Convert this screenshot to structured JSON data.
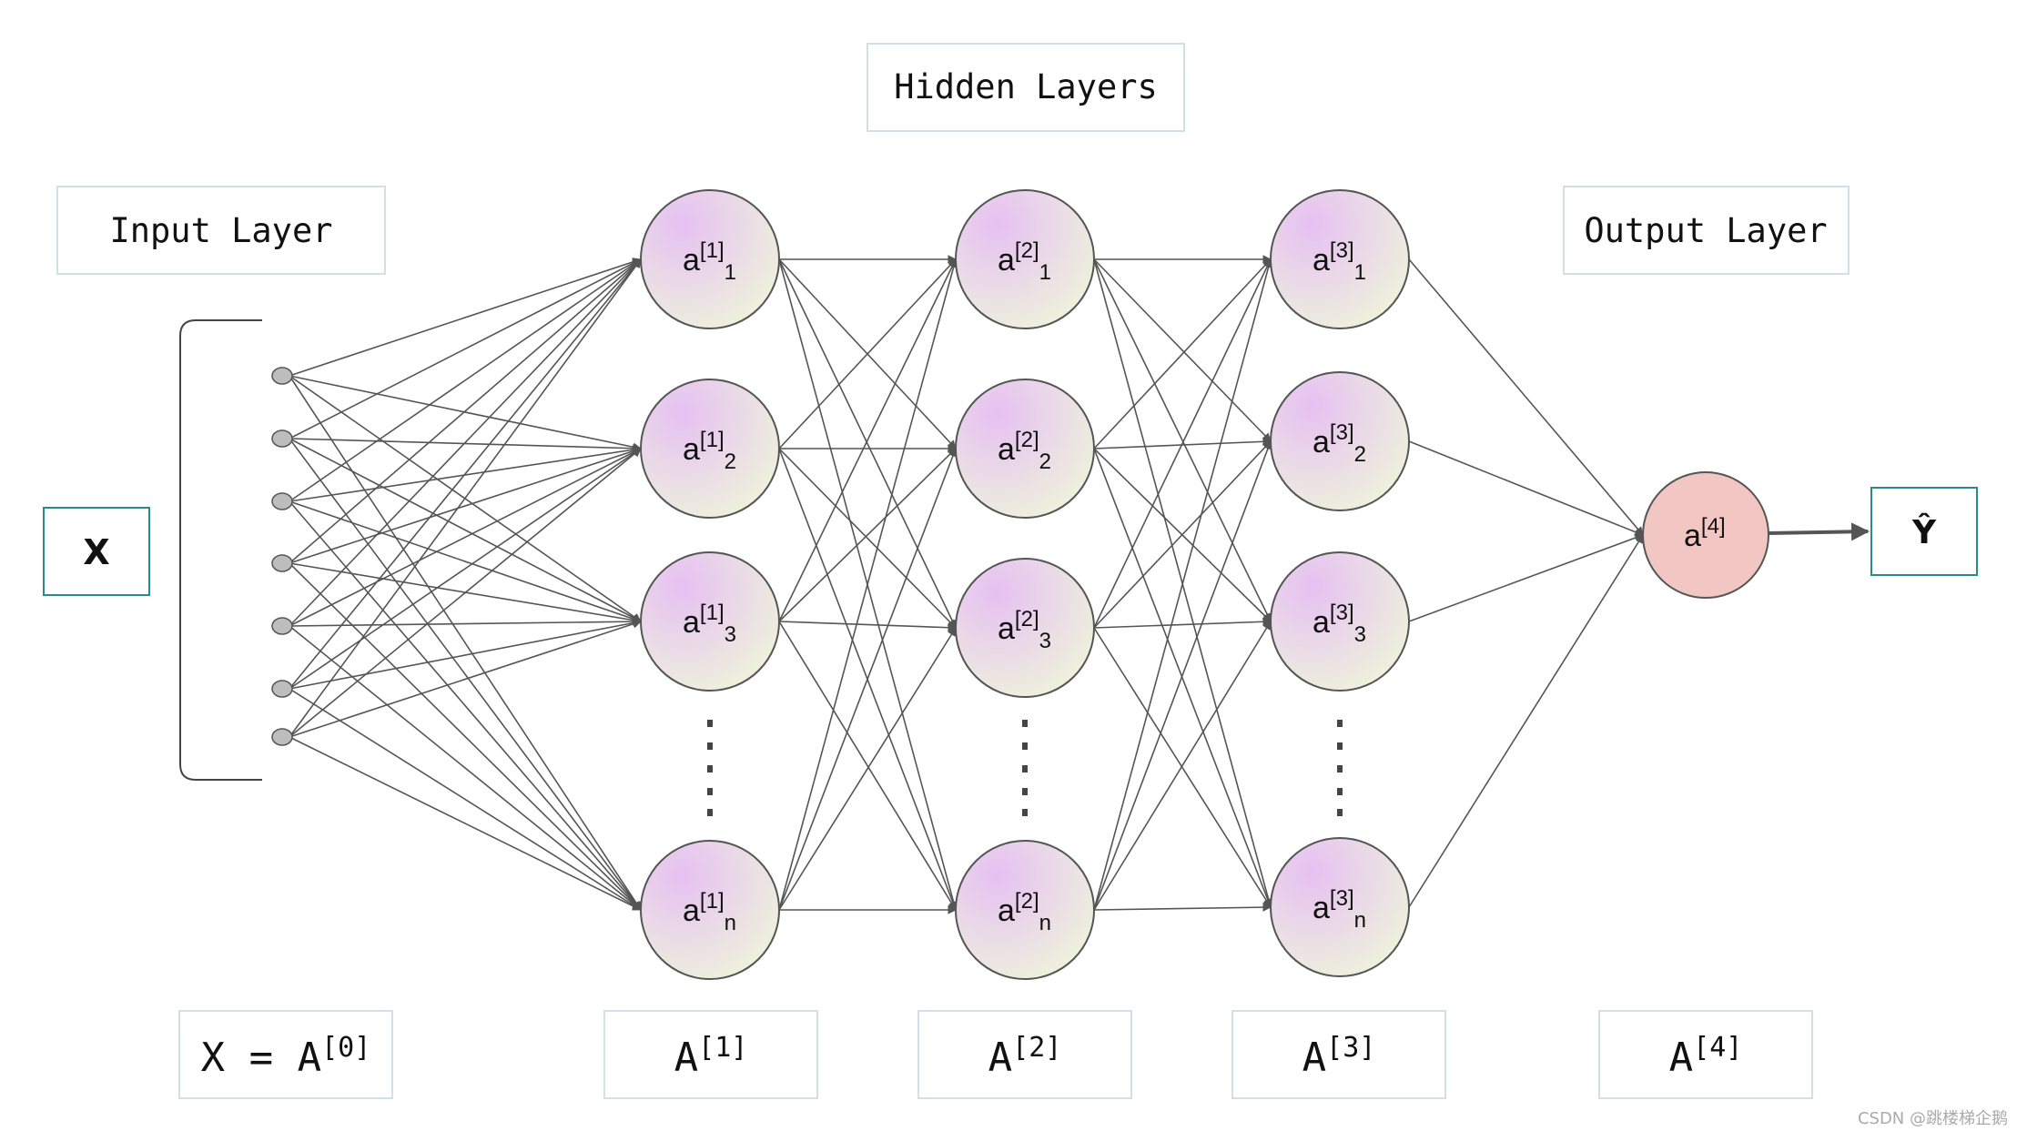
{
  "header": {
    "hidden_layers": "Hidden Layers",
    "input_layer": "Input Layer",
    "output_layer": "Output Layer"
  },
  "input": {
    "x_label": "X",
    "node_count": 7
  },
  "layers": [
    {
      "name": "hidden-1",
      "base": "a",
      "sup": "[1]",
      "nodes": [
        "1",
        "2",
        "3",
        "n"
      ]
    },
    {
      "name": "hidden-2",
      "base": "a",
      "sup": "[2]",
      "nodes": [
        "1",
        "2",
        "3",
        "n"
      ]
    },
    {
      "name": "hidden-3",
      "base": "a",
      "sup": "[3]",
      "nodes": [
        "1",
        "2",
        "3",
        "n"
      ]
    }
  ],
  "output": {
    "base": "a",
    "sup": "[4]",
    "yhat": "Ŷ"
  },
  "bottom_labels": [
    {
      "main": "X = A",
      "sup": "[0]"
    },
    {
      "main": "A",
      "sup": "[1]"
    },
    {
      "main": "A",
      "sup": "[2]"
    },
    {
      "main": "A",
      "sup": "[3]"
    },
    {
      "main": "A",
      "sup": "[4]"
    }
  ],
  "watermark": "CSDN @跳楼梯企鹅",
  "colors": {
    "box_border": "#cfe0e8",
    "teal_border": "#2a8a8a",
    "node_purple": "#e9c6f2",
    "node_green": "#eef2dc",
    "output_node": "#f2c6c2",
    "edge": "#555555"
  }
}
